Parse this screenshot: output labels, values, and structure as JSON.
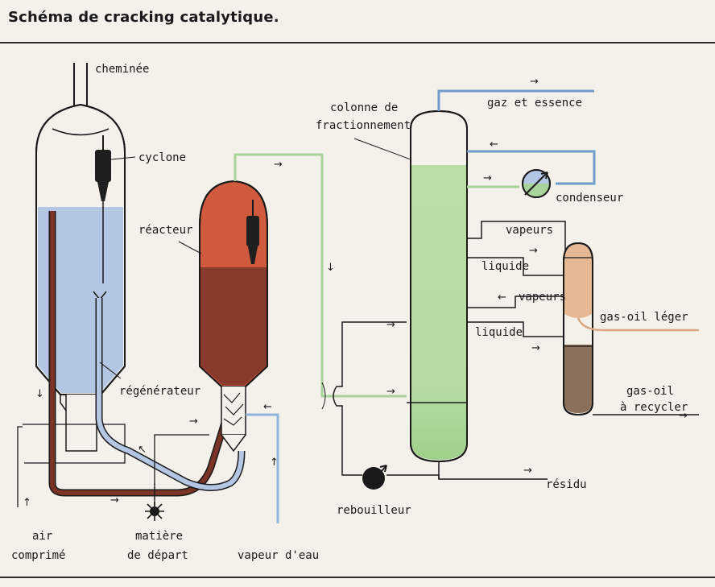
{
  "title": "Schéma de cracking catalytique.",
  "labels": {
    "cheminee": "cheminée",
    "cyclone": "cyclone",
    "reacteur": "réacteur",
    "regenerateur": "régénérateur",
    "air_line1": "air",
    "air_line2": "comprimé",
    "matiere_line1": "matière",
    "matiere_line2": "de départ",
    "vapeur_eau": "vapeur d'eau",
    "colonne_line1": "colonne de",
    "colonne_line2": "fractionnement",
    "gaz_essence": "gaz et essence",
    "condenseur": "condenseur",
    "vapeurs_1": "vapeurs",
    "liquide_1": "liquide",
    "vapeurs_2": "vapeurs",
    "liquide_2": "liquide",
    "gasoil_leger": "gas-oil léger",
    "gasoil_recycler_line1": "gas-oil",
    "gasoil_recycler_line2": "à recycler",
    "residu": "résidu",
    "rebouilleur": "rebouilleur"
  },
  "colors": {
    "regenerator_fill": "#b3c6e4",
    "reactor_top": "#cf5a3e",
    "reactor_bottom": "#8a3a2a",
    "column_fill": "#b6dba2",
    "steam_line": "#8fb4dc",
    "vapor_line": "#a8d39a",
    "gas_line": "#6f9ccc",
    "catalyst_pipe": "#7a3426",
    "gasoil_leger_fill": "#e6b894",
    "gasoil_recycler_fill": "#8a6f5a",
    "light_gasoil_line": "#d9a882"
  }
}
